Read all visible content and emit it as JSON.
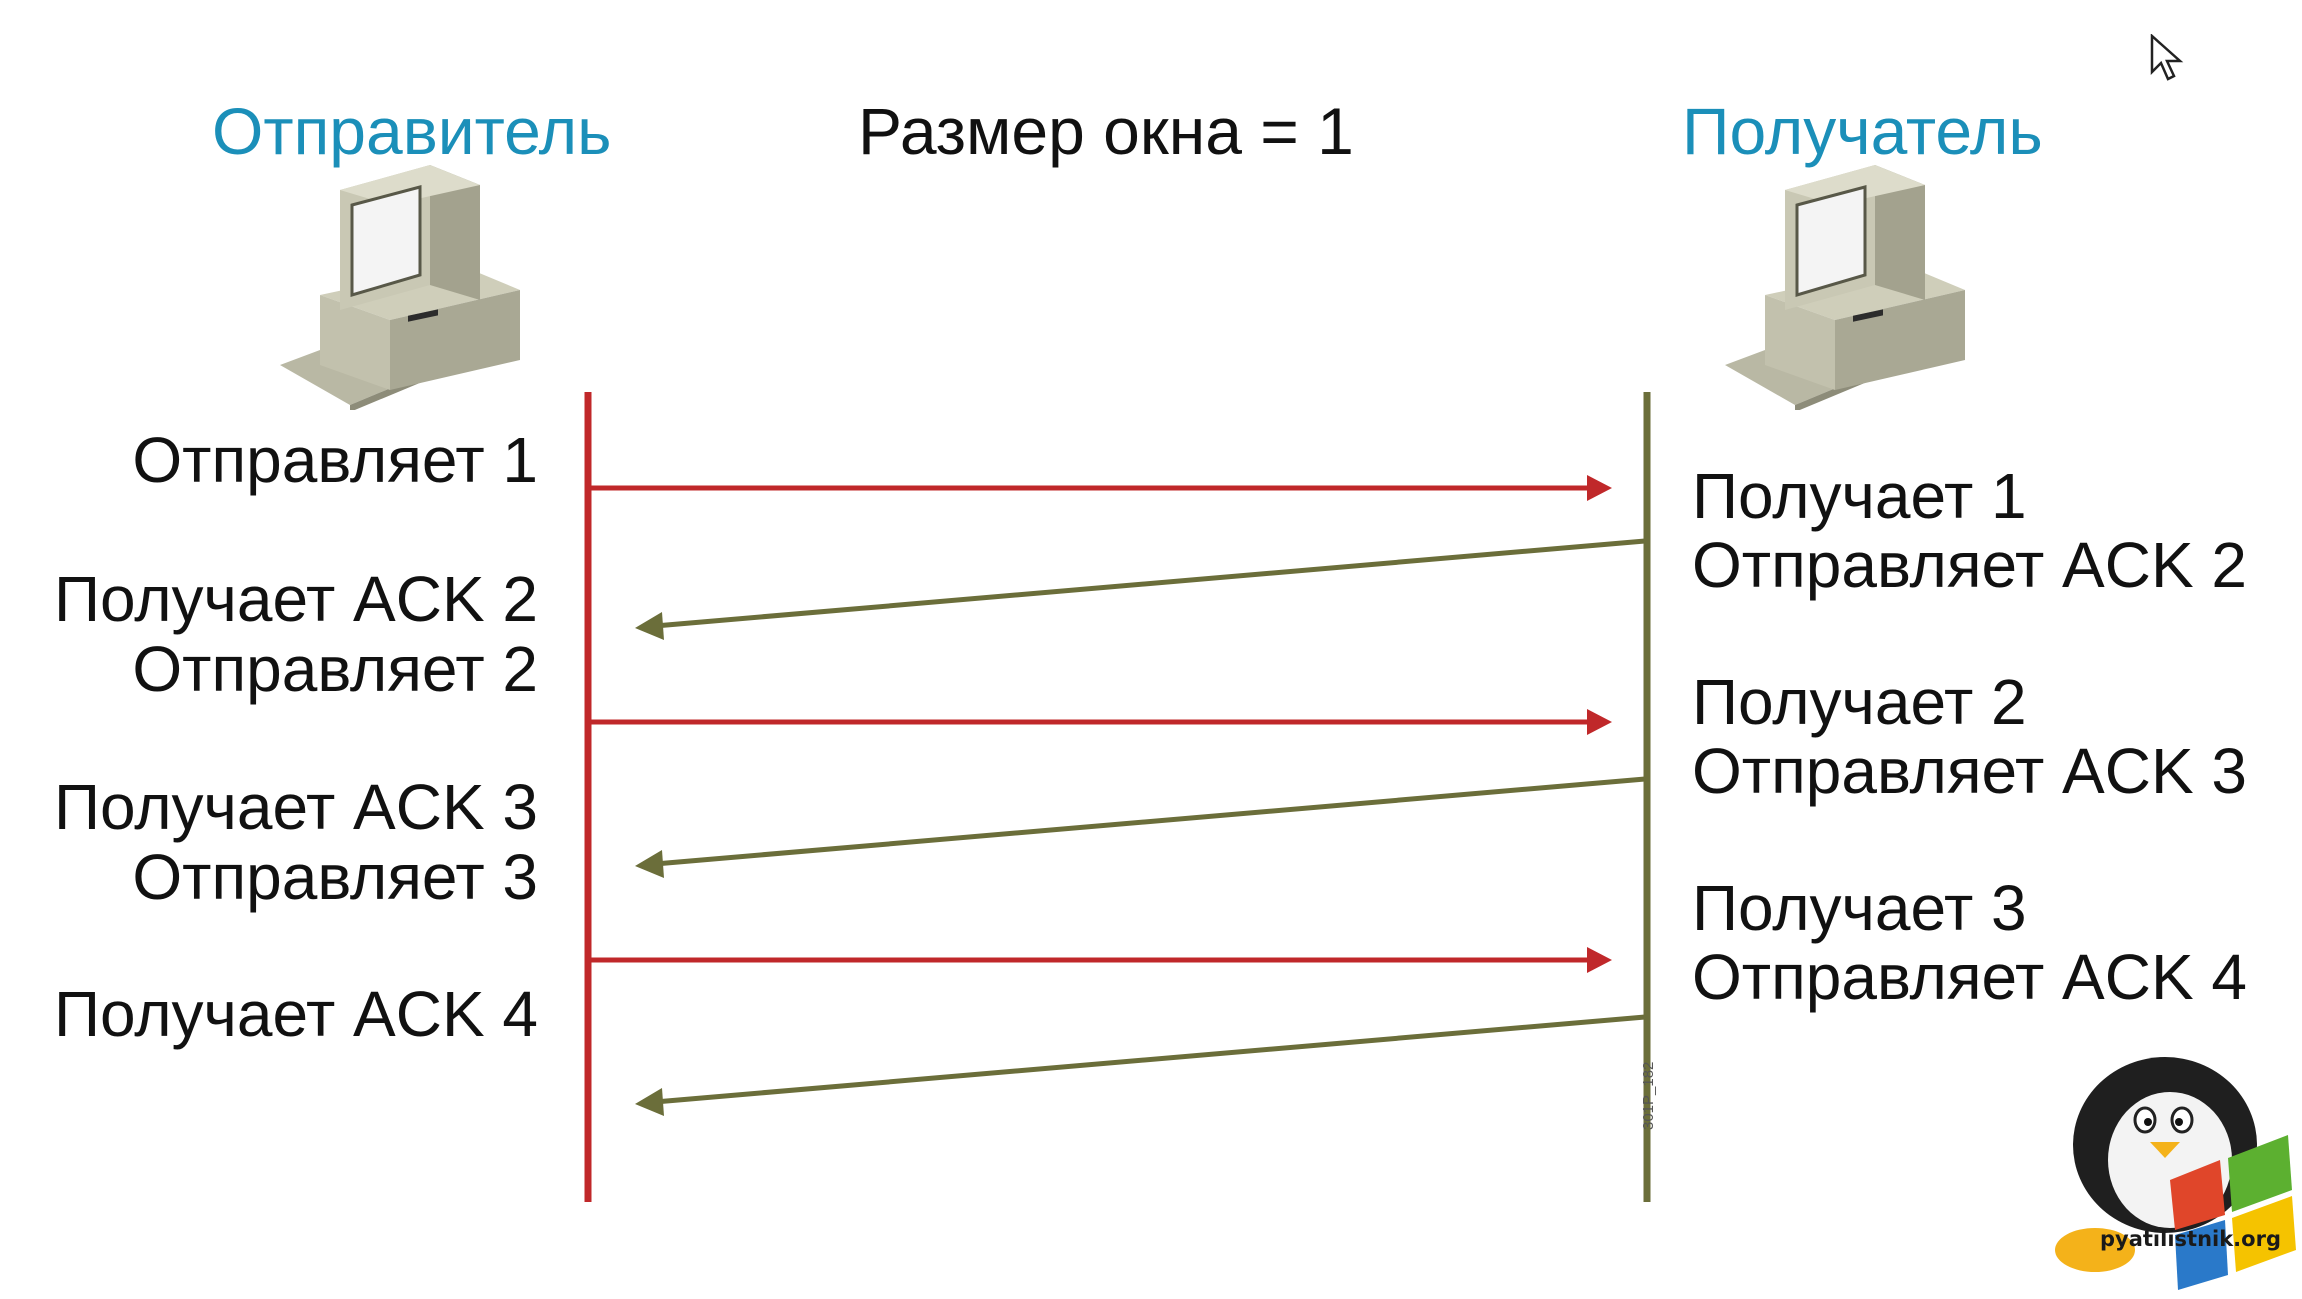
{
  "titles": {
    "sender": "Отправитель",
    "window": "Размер окна = 1",
    "receiver": "Получатель"
  },
  "sender_events": [
    "Отправляет 1",
    "Получает ACK 2",
    "Отправляет 2",
    "Получает ACK 3",
    "Отправляет 3",
    "Получает ACK 4"
  ],
  "receiver_events": [
    "Получает 1",
    "Отправляет ACK 2",
    "Получает 2",
    "Отправляет ACK 3",
    "Получает 3",
    "Отправляет ACK 4"
  ],
  "figure_code": "301P_182",
  "logo": {
    "text": "pyatilistnik.org"
  },
  "colors": {
    "title": "#1b8fb9",
    "data_arrow": "#c0282a",
    "ack_arrow": "#6b6e3a",
    "sender_line": "#c0282a",
    "receiver_line": "#6b6e3a"
  },
  "icons": [
    "computer-icon",
    "computer-icon",
    "cursor-icon",
    "penguin-logo-icon"
  ]
}
